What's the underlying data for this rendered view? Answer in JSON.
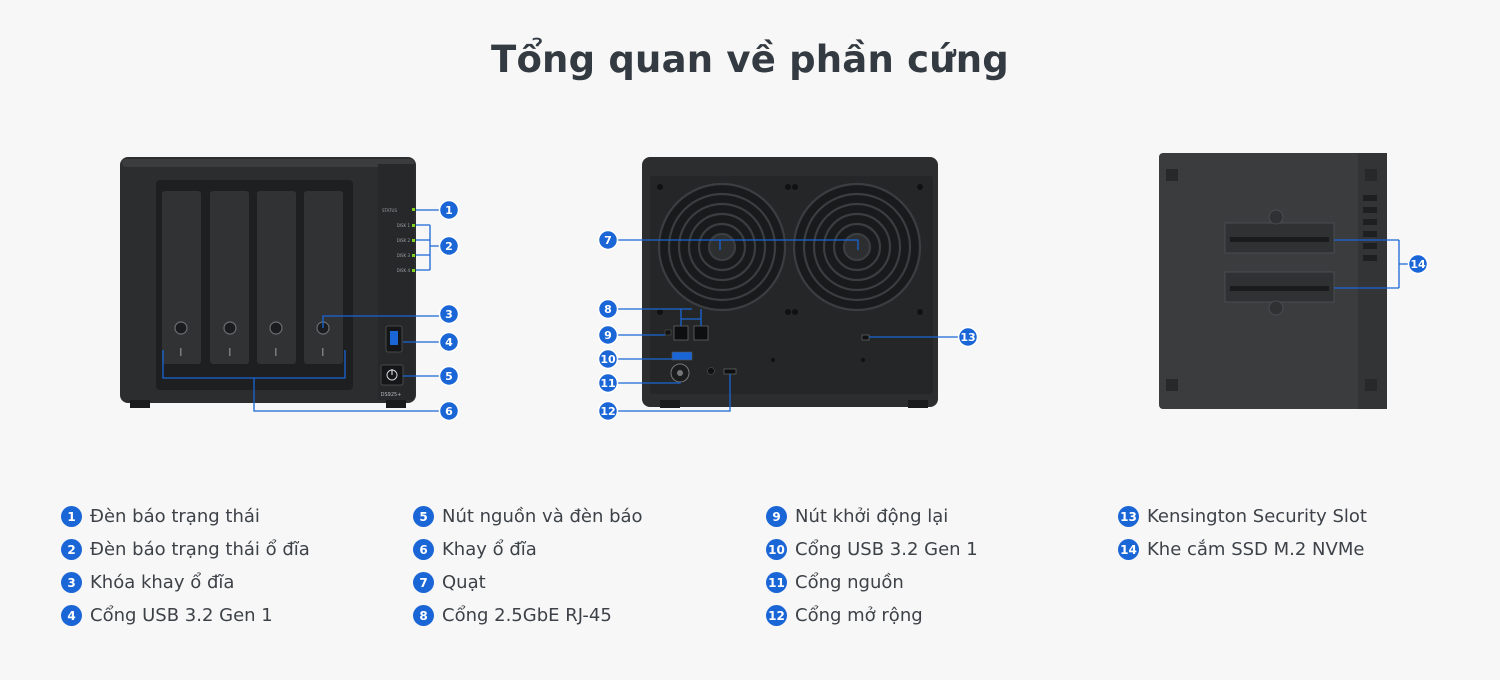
{
  "title": "Tổng quan về phần cứng",
  "front_label": {
    "model": "DS925+"
  },
  "front_led_labels": [
    "STATUS",
    "DISK 1",
    "DISK 2",
    "DISK 3",
    "DISK 4"
  ],
  "callouts": [
    "1",
    "2",
    "3",
    "4",
    "5",
    "6",
    "7",
    "8",
    "9",
    "10",
    "11",
    "12",
    "13",
    "14"
  ],
  "legend": {
    "col1": [
      {
        "num": "1",
        "label": "Đèn báo trạng thái"
      },
      {
        "num": "2",
        "label": "Đèn báo trạng thái ổ đĩa"
      },
      {
        "num": "3",
        "label": "Khóa khay ổ đĩa"
      },
      {
        "num": "4",
        "label": "Cổng USB 3.2 Gen 1"
      }
    ],
    "col2": [
      {
        "num": "5",
        "label": "Nút nguồn và đèn báo"
      },
      {
        "num": "6",
        "label": "Khay ổ đĩa"
      },
      {
        "num": "7",
        "label": "Quạt"
      },
      {
        "num": "8",
        "label": "Cổng 2.5GbE RJ-45"
      }
    ],
    "col3": [
      {
        "num": "9",
        "label": "Nút khởi động lại"
      },
      {
        "num": "10",
        "label": "Cổng USB 3.2 Gen 1"
      },
      {
        "num": "11",
        "label": "Cổng nguồn"
      },
      {
        "num": "12",
        "label": "Cổng mở rộng"
      }
    ],
    "col4": [
      {
        "num": "13",
        "label": "Kensington Security Slot"
      },
      {
        "num": "14",
        "label": "Khe cắm SSD M.2 NVMe"
      }
    ]
  },
  "colors": {
    "accent": "#1a66d6",
    "device": "#2a2c2e",
    "background": "#f7f7f7",
    "led": "#7ed321"
  }
}
